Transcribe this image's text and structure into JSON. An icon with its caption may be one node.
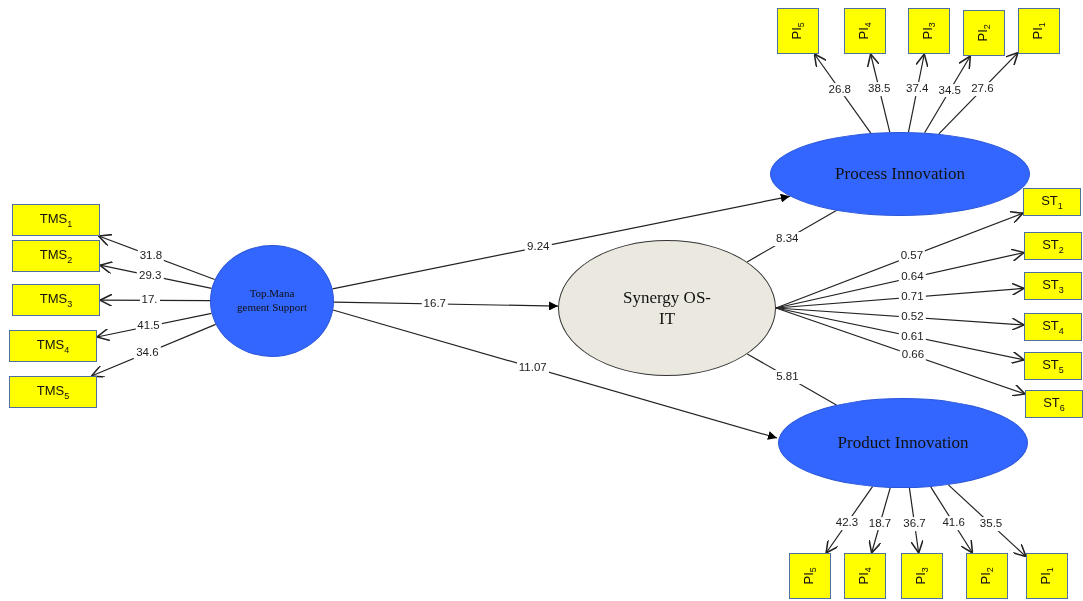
{
  "diagram": {
    "nodes": [
      {
        "text": [
          "TMS$_{1}$"
        ]
      },
      {
        "text": [
          "TMS$_{2}$"
        ]
      },
      {
        "text": [
          "TMS$_{3}$"
        ]
      },
      {
        "text": [
          "TMS$_{4}$"
        ]
      },
      {
        "text": [
          "TMS$_{5}$"
        ]
      },
      {
        "text": [
          "Top.Mana gement Support"
        ]
      },
      {
        "text": [
          "Synergy OS-IT"
        ]
      },
      {
        "text": [
          "Process Innovation"
        ]
      },
      {
        "text": [
          "Product Innovation"
        ]
      },
      {
        "text": [
          "PI$_{5}$"
        ]
      },
      {
        "text": [
          "PI$_{4}$"
        ]
      },
      {
        "text": [
          "PI$_{3}$"
        ]
      },
      {
        "text": [
          "PI$_{2}$"
        ]
      },
      {
        "text": [
          "PI$_{1}$"
        ]
      },
      {
        "text": [
          "ST$_{1}$"
        ]
      },
      {
        "text": [
          "ST$_{2}$"
        ]
      },
      {
        "text": [
          "ST$_{3}$"
        ]
      },
      {
        "text": [
          "ST$_{4}$"
        ]
      },
      {
        "text": [
          "ST$_{5}$"
        ]
      },
      {
        "text": [
          "ST$_{6}$"
        ]
      },
      {
        "text": [
          "PI$_{5}$"
        ]
      },
      {
        "text": [
          "PI$_{4}$"
        ]
      },
      {
        "text": [
          "PI$_{3}$"
        ]
      },
      {
        "text": [
          "PI$_{2}$"
        ]
      },
      {
        "text": [
          "PI$_{1}$"
        ]
      }
    ],
    "edges": [
      {
        "from": 5,
        "to": 0,
        "arrow": "to",
        "label": "31.8"
      },
      {
        "from": 5,
        "to": 1,
        "arrow": "to",
        "label": "29.3"
      },
      {
        "from": 5,
        "to": 2,
        "arrow": "to",
        "label": "17."
      },
      {
        "from": 5,
        "to": 3,
        "arrow": "to",
        "label": "41.5"
      },
      {
        "from": 5,
        "to": 4,
        "arrow": "to",
        "label": "34.6"
      },
      {
        "from": 5,
        "to": 7,
        "arrow": "to",
        "label": "9.24"
      },
      {
        "from": 5,
        "to": 6,
        "arrow": "to",
        "label": "16.7"
      },
      {
        "from": 5,
        "to": 8,
        "arrow": "to",
        "label": "11.07"
      },
      {
        "from": 6,
        "to": 7,
        "arrow": "none",
        "label": "8.34"
      },
      {
        "from": 6,
        "to": 8,
        "arrow": "none",
        "label": "5.81"
      },
      {
        "from": 7,
        "to": 9,
        "arrow": "to",
        "label": "26.8"
      },
      {
        "from": 7,
        "to": 10,
        "arrow": "to",
        "label": "38.5"
      },
      {
        "from": 7,
        "to": 11,
        "arrow": "to",
        "label": "37.4"
      },
      {
        "from": 7,
        "to": 12,
        "arrow": "to",
        "label": "34.5"
      },
      {
        "from": 7,
        "to": 13,
        "arrow": "to",
        "label": "27.6"
      },
      {
        "from": 6,
        "to": 14,
        "arrow": "to",
        "label": "0.57"
      },
      {
        "from": 6,
        "to": 15,
        "arrow": "to",
        "label": "0.64"
      },
      {
        "from": 6,
        "to": 16,
        "arrow": "to",
        "label": "0.71"
      },
      {
        "from": 6,
        "to": 17,
        "arrow": "to",
        "label": "0.52"
      },
      {
        "from": 6,
        "to": 18,
        "arrow": "to",
        "label": "0.61"
      },
      {
        "from": 6,
        "to": 19,
        "arrow": "to",
        "label": "0.66"
      },
      {
        "from": 8,
        "to": 20,
        "arrow": "to",
        "label": "42.3"
      },
      {
        "from": 8,
        "to": 21,
        "arrow": "to",
        "label": "18.7"
      },
      {
        "from": 8,
        "to": 22,
        "arrow": "to",
        "label": "36.7"
      },
      {
        "from": 8,
        "to": 23,
        "arrow": "to",
        "label": "41.6"
      },
      {
        "from": 8,
        "to": 24,
        "arrow": "to",
        "label": "35.5"
      }
    ]
  }
}
